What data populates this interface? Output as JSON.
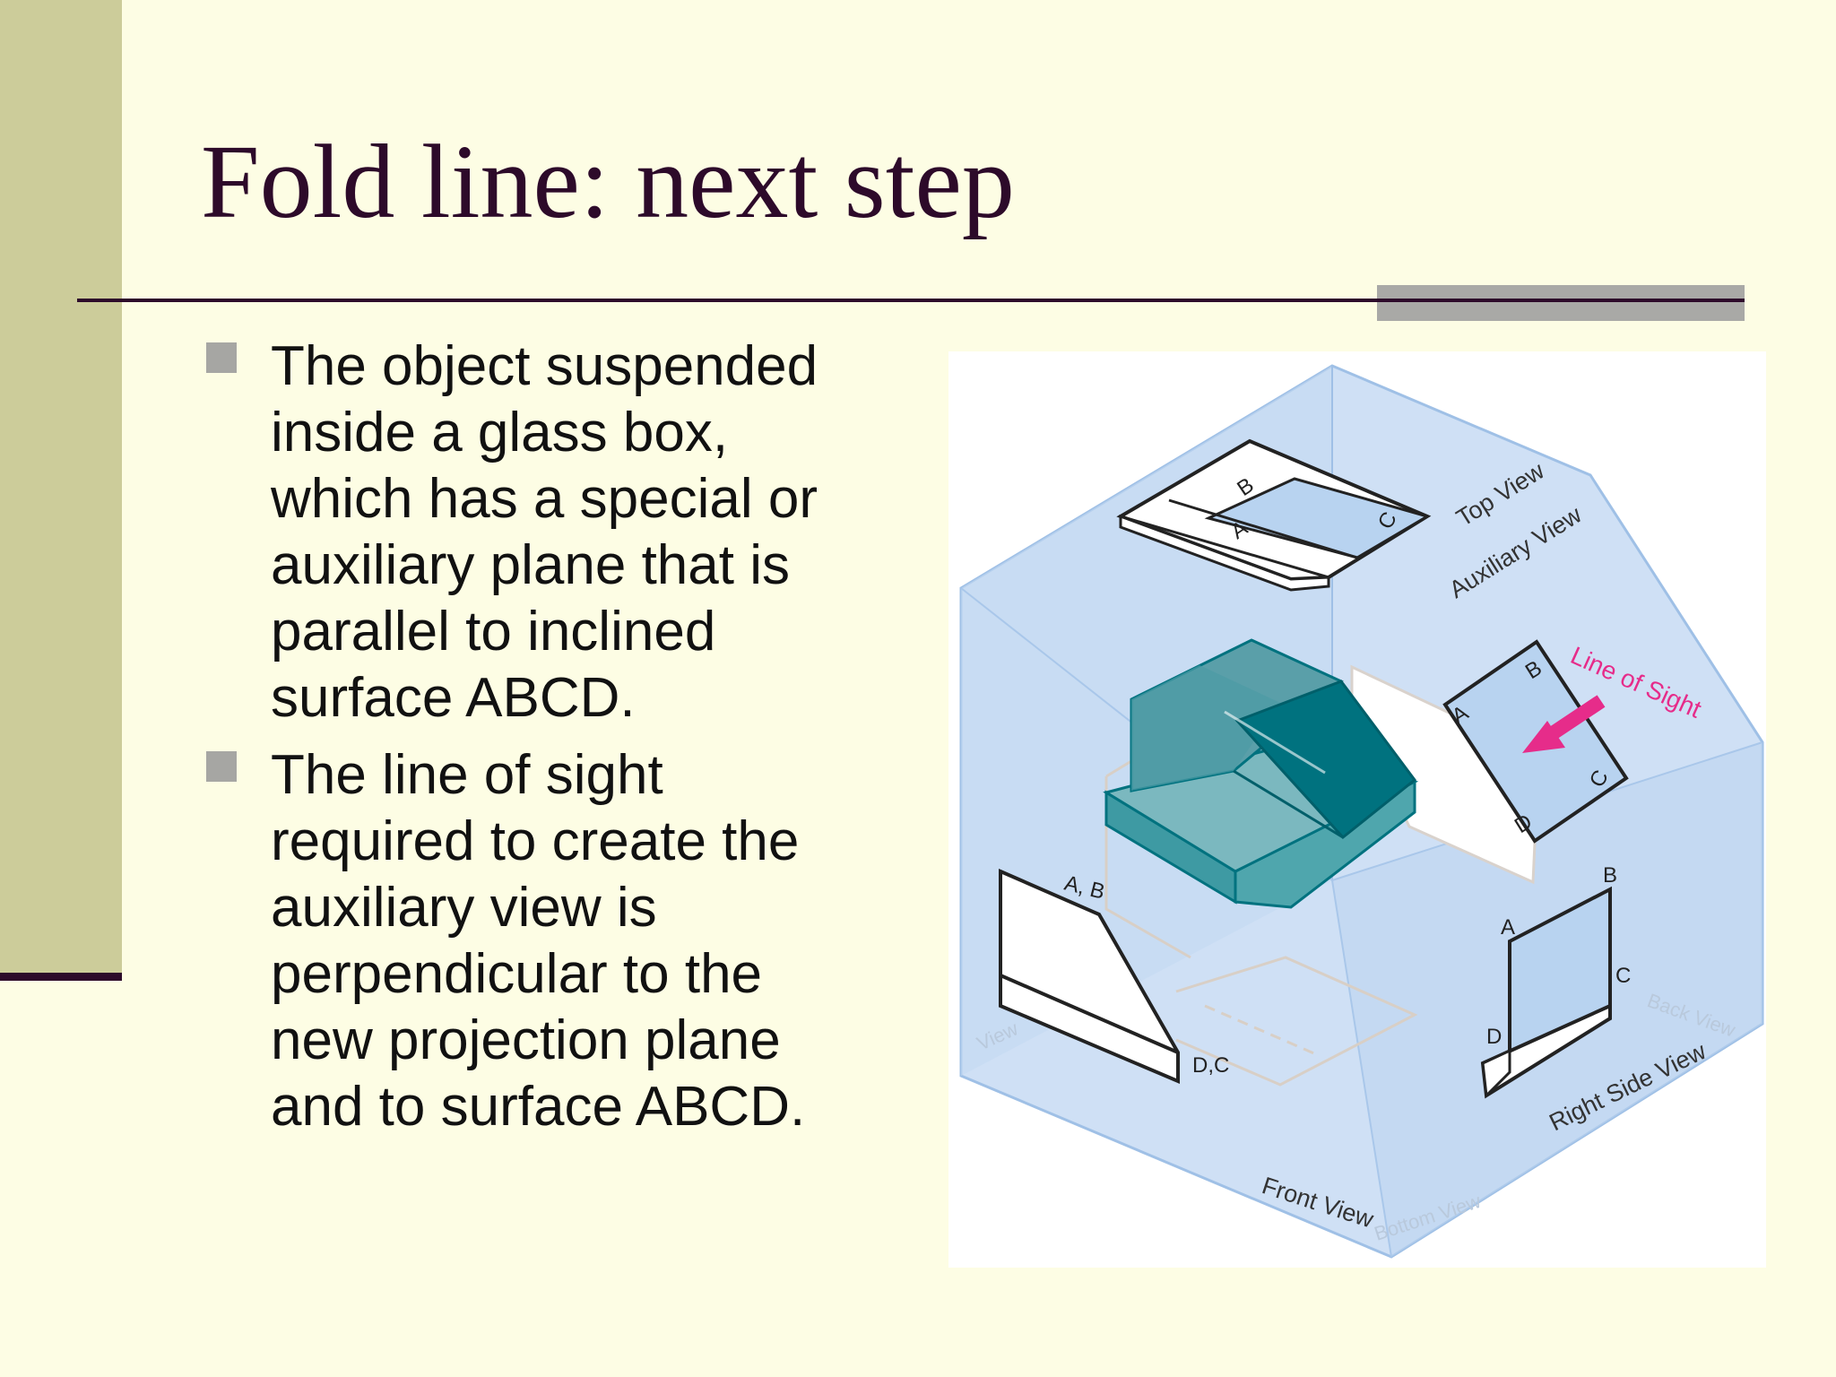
{
  "slide": {
    "title": "Fold line: next step",
    "bullets": [
      {
        "text": "The object suspended\ninside a glass box,\nwhich has a special or\nauxiliary plane that is\nparallel to inclined\nsurface ABCD."
      },
      {
        "text": "The line of sight\nrequired to create the\nauxiliary view is\nperpendicular to the\nnew projection plane\nand to surface ABCD."
      }
    ]
  },
  "figure": {
    "view_labels": {
      "top": "Top View",
      "auxiliary": "Auxiliary View",
      "right_side": "Right Side View",
      "front": "Front View",
      "back": "Back View",
      "bottom": "Bottom View",
      "left": "View"
    },
    "line_of_sight": "Line of Sight",
    "points": {
      "a": "A",
      "b": "B",
      "c": "C",
      "d": "D",
      "ab": "A, B",
      "dc": "D,C"
    },
    "colors": {
      "glass": "#cfe0f5",
      "glass_edge": "#9fc0e6",
      "panel": "#b8d3f0",
      "object_top": "#5a9fa9",
      "object_slant": "#00727f",
      "object_base": "#3e9aa3",
      "arrow": "#e62c8a"
    }
  }
}
